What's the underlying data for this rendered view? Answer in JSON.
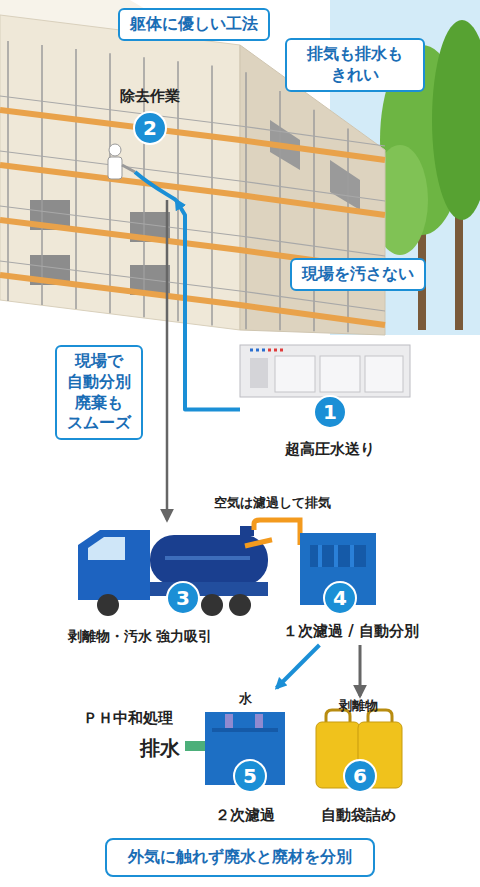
{
  "diagram": {
    "caption": "外気に触れず廃水と廃材を分別",
    "nodes": [
      {
        "text": [
          "躯体に優しい工法"
        ]
      },
      {
        "text": [
          "排気も排水も きれい"
        ]
      },
      {
        "text": [
          "現場を汚さない"
        ]
      },
      {
        "text": [
          "現場で 自動分別 廃棄も スムーズ"
        ]
      },
      {
        "text": [
          "除去作業",
          "2"
        ]
      },
      {
        "text": [
          "1",
          "超高圧水送り"
        ]
      },
      {
        "text": [
          "3",
          "剥離物・汚水 強力吸引"
        ]
      },
      {
        "text": [
          "4",
          "１次濾過 / 自動分別"
        ]
      },
      {
        "text": [
          "水",
          "5",
          "２次濾過"
        ]
      },
      {
        "text": [
          "剥離物",
          "6",
          "自動袋詰め"
        ]
      }
    ],
    "edges": [
      {
        "from": 5,
        "to": 4,
        "arrow": "to"
      },
      {
        "from": 4,
        "to": 6,
        "arrow": "to"
      },
      {
        "from": 6,
        "to": 7,
        "arrow": "none"
      },
      {
        "from": 7,
        "to": 8,
        "arrow": "to"
      },
      {
        "from": 7,
        "to": 9,
        "arrow": "to"
      }
    ],
    "labels": [
      "空気は濾過して排気",
      "ＰＨ中和処理",
      "排水"
    ]
  }
}
